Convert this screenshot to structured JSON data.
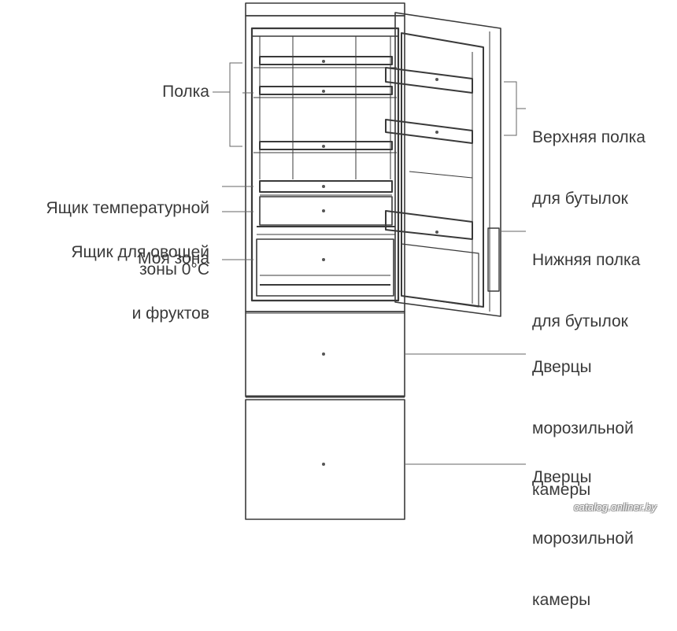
{
  "labels": {
    "shelf": "Полка",
    "zero_zone_box_line1": "Ящик температурной",
    "zero_zone_box_line2": "зоны 0°C",
    "veg_box_line1": "Ящик для овощей",
    "veg_box_line2": "и фруктов",
    "my_zone": "Моя зона",
    "top_bottle_shelf_line1": "Верхняя полка",
    "top_bottle_shelf_line2": "для бутылок",
    "bottom_bottle_shelf_line1": "Нижняя полка",
    "bottom_bottle_shelf_line2": "для бутылок",
    "freezer_doors_1_line1": "Дверцы",
    "freezer_doors_1_line2": "морозильной",
    "freezer_doors_1_line3": "камеры",
    "freezer_doors_2_line1": "Дверцы",
    "freezer_doors_2_line2": "морозильной",
    "freezer_doors_2_line3": "камеры"
  },
  "watermark": "catalog.onliner.by",
  "colors": {
    "line": "#3a3a3a",
    "leader": "#666666",
    "text": "#3a3a3a"
  }
}
